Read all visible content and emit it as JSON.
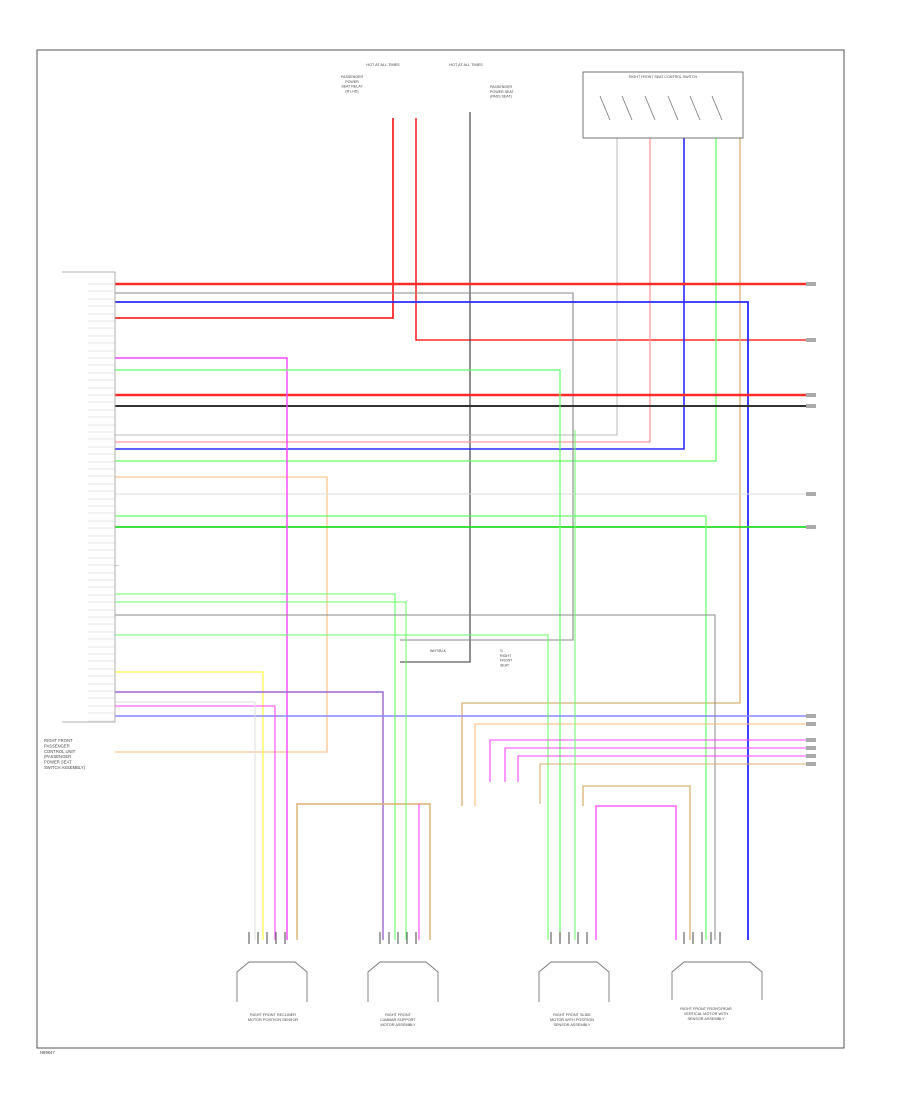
{
  "figure_id": "N89847",
  "colors": {
    "red": "#ff2a2a",
    "pink": "#ff9a9a",
    "blue": "#2a2aff",
    "green": "#66ff66",
    "dkgreen": "#22dd22",
    "gray": "#888888",
    "black": "#333333",
    "tan": "#d8b070",
    "orange": "#ffbb77",
    "magenta": "#ff44ff",
    "yellow": "#ffff44",
    "violet": "#9966cc",
    "lightblue": "#8888ff",
    "white": "#dddddd",
    "ltgray": "#bbbbbb"
  },
  "main_module": {
    "name": "RIGHT FRONT\nPASSENGER\nCONTROL UNIT\n(PASSENGER\nPOWER SEAT\nSWITCH ASSEMBLY)"
  },
  "top_components": {
    "left_fuse": "HOT AT ALL TIMES",
    "left_fuse_label": "PASSENGER\nPOWER\nSEAT RELAY\n(R LHD)",
    "right_fuse": "HOT AT ALL TIMES",
    "right_fuse_label": "PASSENGER\nPOWER SEAT\n(PASS SEAT)",
    "switch_title": "RIGHT FRONT SEAT CONTROL SWITCH"
  },
  "bottom_components": [
    {
      "label": "RIGHT FRONT RECLINER\nMOTOR POSITION SENSOR"
    },
    {
      "label": "RIGHT FRONT\nLUMBAR SUPPORT\nMOTOR ASSEMBLY"
    },
    {
      "label": "RIGHT FRONT SLIDE\nMOTOR WITH POSITION\nSENSOR ASSEMBLY"
    },
    {
      "label": "RIGHT FRONT FRONT/REAR\nVERTICAL MOTOR WITH\nSENSOR ASSEMBLY"
    }
  ],
  "ground_label": "G\nRIGHT\nFRONT\nSEAT",
  "mid_wire_label": "WHT/BLK",
  "left_marker": "—"
}
